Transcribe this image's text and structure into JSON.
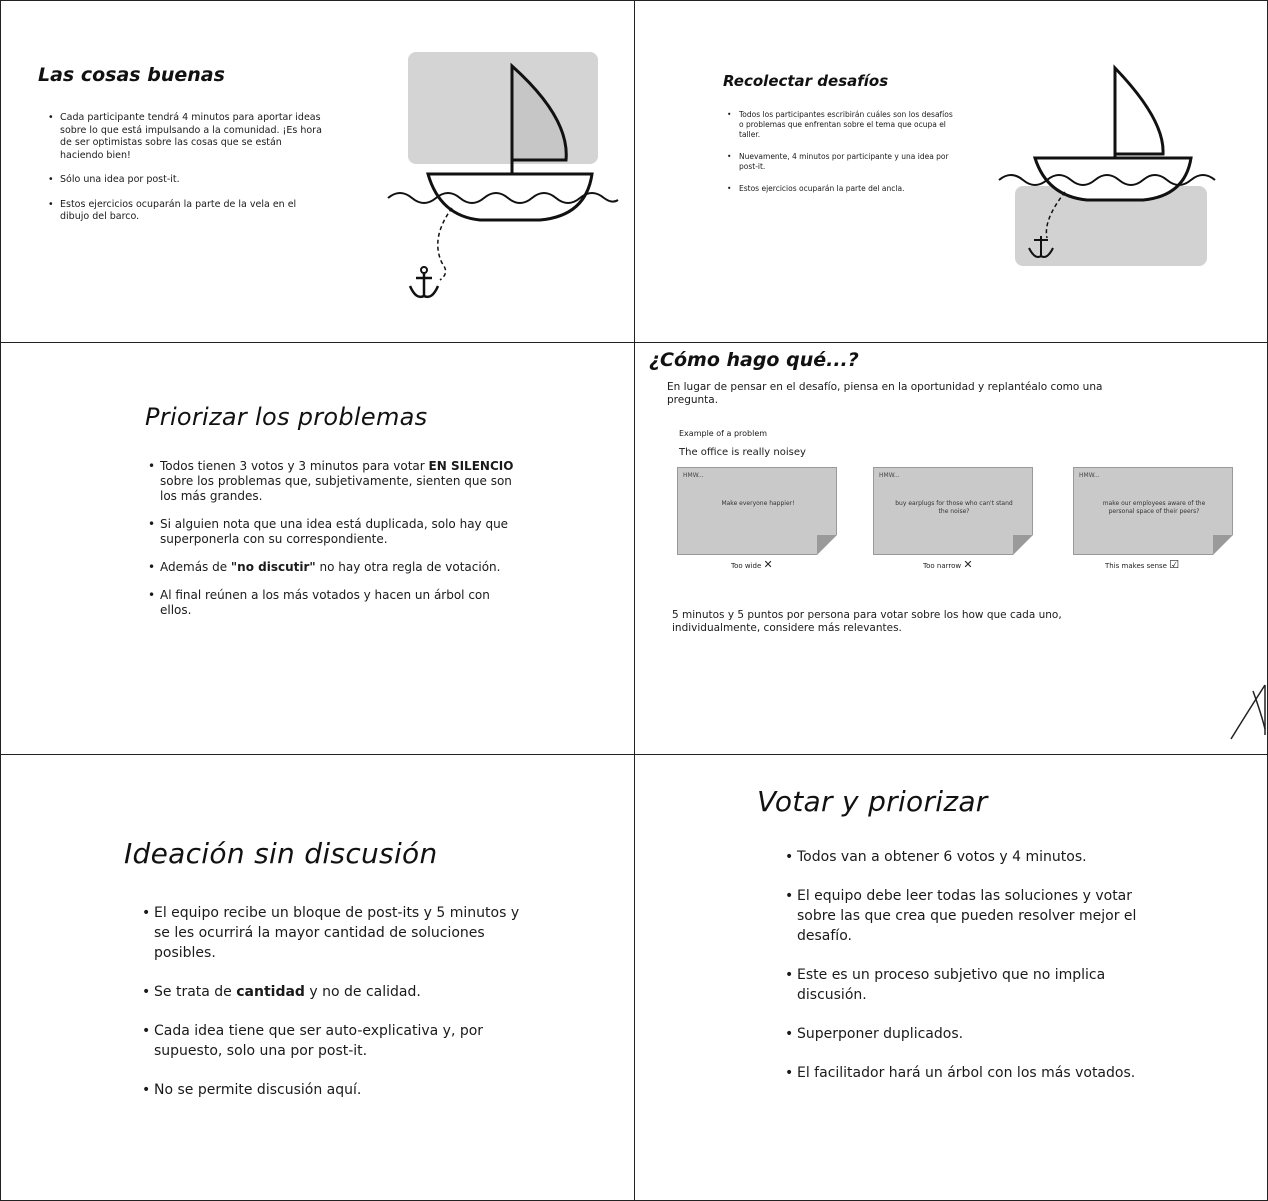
{
  "slide1": {
    "title": "Las cosas buenas",
    "bullets": [
      "Cada participante tendrá 4 minutos para aportar ideas sobre lo que está impulsando a la comunidad. ¡Es hora de ser optimistas sobre las cosas que se están haciendo bien!",
      "Sólo una idea por post-it.",
      "Estos ejercicios ocuparán la parte de la vela en el dibujo del barco."
    ]
  },
  "slide2": {
    "title": "Recolectar desafíos",
    "bullets": [
      "Todos los participantes escribirán cuáles son los desafíos o problemas que enfrentan sobre el tema que ocupa el taller.",
      "Nuevamente, 4 minutos por participante y una idea por post-it.",
      "Estos ejercicios ocuparán la parte del ancla."
    ]
  },
  "slide3": {
    "title": "Priorizar los problemas",
    "bullet1_pre": "Todos tienen 3 votos y 3 minutos para votar ",
    "bullet1_bold": "EN SILENCIO",
    "bullet1_post": " sobre los problemas que, subjetivamente, sienten que son los más grandes.",
    "bullet2": "Si alguien nota que una idea está duplicada, solo hay que superponerla con su correspondiente.",
    "bullet3_pre": "Además de ",
    "bullet3_bold": "\"no discutir\"",
    "bullet3_post": " no hay otra regla de votación.",
    "bullet4": "Al final reúnen a los más votados y hacen un árbol con ellos."
  },
  "slide4": {
    "title": "¿Cómo hago qué...?",
    "intro": "En lugar de pensar en el desafío, piensa en la oportunidad y replantéalo como una pregunta.",
    "example_label": "Example of a problem",
    "example_text": "The office is really noisey",
    "notes": [
      {
        "hmw": "HMW...",
        "text": "Make everyone happier!",
        "caption": "Too wide",
        "mark": "✕"
      },
      {
        "hmw": "HMW...",
        "text": "buy earplugs for those who can't stand the noise?",
        "caption": "Too narrow",
        "mark": "✕"
      },
      {
        "hmw": "HMW...",
        "text": "make our employees aware of the personal space of their peers?",
        "caption": "This makes sense",
        "mark": "☑"
      }
    ],
    "bottom": "5 minutos y 5 puntos por persona para votar sobre los how que cada uno, individualmente, considere más relevantes."
  },
  "slide5": {
    "title": "Ideación sin discusión",
    "bullet1": "El equipo recibe un bloque de post-its y 5 minutos y se les ocurrirá la mayor cantidad de soluciones posibles.",
    "bullet2_pre": "Se trata de ",
    "bullet2_bold": "cantidad",
    "bullet2_post": " y no de calidad.",
    "bullet3": "Cada idea tiene que ser auto-explicativa y, por supuesto, solo una por post-it.",
    "bullet4": "No se permite discusión aquí."
  },
  "slide6": {
    "title": "Votar y priorizar",
    "bullets": [
      "Todos van a obtener 6 votos y 4 minutos.",
      "El equipo debe leer todas las soluciones y votar sobre las que crea que pueden resolver mejor el desafío.",
      "Este es un proceso subjetivo que no implica discusión.",
      "Superponer duplicados.",
      "El facilitador hará un árbol con los más votados."
    ]
  }
}
